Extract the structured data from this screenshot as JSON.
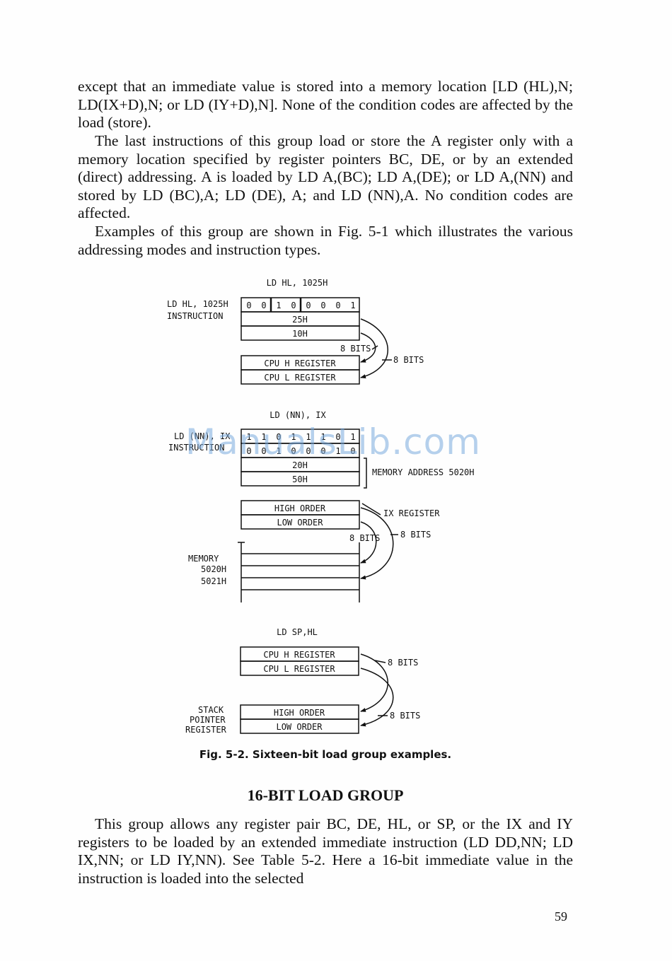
{
  "text": {
    "para1": "except that an immediate value is stored into a memory location [LD (HL),N; LD(IX+D),N; or LD (IY+D),N]. None of the condition codes are affected by the load (store).",
    "para2": "The last instructions of this group load or store the A register only with a memory location specified by register pointers BC, DE, or by an extended (direct) addressing. A is loaded by LD A,(BC); LD A,(DE); or LD A,(NN) and stored by LD (BC),A; LD (DE), A; and LD (NN),A. No condition codes are affected.",
    "para3": "Examples of this group are shown in Fig. 5-1 which illustrates the various addressing modes and instruction types.",
    "heading": "16-BIT LOAD GROUP",
    "para4": "This group allows any register pair BC, DE, HL, or SP, or the IX and IY registers to be loaded by an extended immediate instruction (LD DD,NN; LD IX,NN; or LD IY,NN). See Table 5-2. Here a 16-bit immediate value in the instruction is loaded into the selected",
    "page_number": "59",
    "watermark": "ManualsLib.com"
  },
  "figure": {
    "caption": "Fig. 5-2. Sixteen-bit load group examples.",
    "ex1": {
      "title": "LD HL, 1025H",
      "side_label1": "LD HL, 1025H",
      "side_label2": "INSTRUCTION",
      "bits": [
        "0",
        "0",
        "1",
        "0",
        "0",
        "0",
        "0",
        "1"
      ],
      "byte2": "25H",
      "byte3": "10H",
      "bits_label_a": "8 BITS",
      "bits_label_b": "8 BITS",
      "reg_h": "CPU H REGISTER",
      "reg_l": "CPU L REGISTER"
    },
    "ex2": {
      "title": "LD (NN), IX",
      "side_label1": "LD (NN), IX",
      "side_label2": "INSTRUCTION",
      "op1_bits": [
        "1",
        "1",
        "0",
        "1",
        "1",
        "1",
        "0",
        "1"
      ],
      "op2_bits": [
        "0",
        "0",
        "1",
        "0",
        "0",
        "0",
        "1",
        "0"
      ],
      "byte3": "20H",
      "byte4": "50H",
      "mem_address": "MEMORY ADDRESS 5020H",
      "high": "HIGH ORDER",
      "low": "LOW ORDER",
      "ix_label": "IX REGISTER",
      "bits_label_a": "8 BITS",
      "bits_label_b": "8 BITS",
      "mem_label": "MEMORY",
      "addr1": "5020H",
      "addr2": "5021H"
    },
    "ex3": {
      "title": "LD SP,HL",
      "reg_h": "CPU H REGISTER",
      "reg_l": "CPU L REGISTER",
      "bits_label_a": "8 BITS",
      "bits_label_b": "8 BITS",
      "high": "HIGH ORDER",
      "low": "LOW ORDER",
      "sp1": "STACK",
      "sp2": "POINTER",
      "sp3": "REGISTER"
    }
  }
}
